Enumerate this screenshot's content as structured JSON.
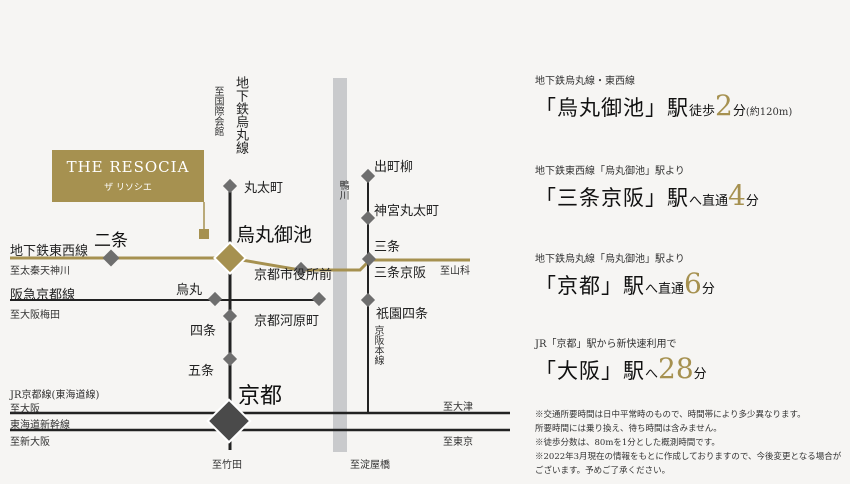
{
  "logo": {
    "name": "THE RESOCIA",
    "kana": "ザ リソシエ"
  },
  "directions": {
    "kokusai_kaikan": "至国際会館",
    "tenjingawa": "至太秦天神川",
    "osaka_umeda": "至大阪梅田",
    "osaka": "至大阪",
    "shin_osaka": "至新大阪",
    "takeda": "至竹田",
    "yodoyabashi": "至淀屋橋",
    "yamashina": "至山科",
    "otsu": "至大津",
    "tokyo": "至東京"
  },
  "lines": {
    "karasuma": "地下鉄烏丸線",
    "tozai": "地下鉄東西線",
    "hankyu": "阪急京都線",
    "jr_kyoto": "JR京都線(東海道線)",
    "shinkansen": "東海道新幹線",
    "keihan": "京阪本線",
    "kamogawa": "鴨川"
  },
  "stations": {
    "marutamachi": "丸太町",
    "karasuma_oike": "烏丸御池",
    "nijo": "二条",
    "shiyakusho": "京都市役所前",
    "karasuma": "烏丸",
    "kawaramachi": "京都河原町",
    "shijo": "四条",
    "gojo": "五条",
    "kyoto": "京都",
    "demachiyanagi": "出町柳",
    "jingu_marutamachi": "神宮丸太町",
    "sanjo": "三条",
    "sanjo_keihan": "三条京阪",
    "gion_shijo": "祇園四条"
  },
  "info": [
    {
      "head": "地下鉄烏丸線・東西線",
      "station": "「烏丸御池」駅",
      "mode": "徒歩",
      "num": "2",
      "unit": "分",
      "extra": "(約120m)"
    },
    {
      "head": "地下鉄東西線「烏丸御池」駅より",
      "station": "「三条京阪」駅",
      "mode": "へ直通",
      "num": "4",
      "unit": "分",
      "extra": ""
    },
    {
      "head": "地下鉄烏丸線「烏丸御池」駅より",
      "station": "「京都」駅",
      "mode": "へ直通",
      "num": "6",
      "unit": "分",
      "extra": ""
    },
    {
      "head": "JR「京都」駅から新快速利用で",
      "station": "「大阪」駅",
      "mode": "へ",
      "num": "28",
      "unit": "分",
      "extra": ""
    }
  ],
  "notes": [
    "※交通所要時間は日中平常時のもので、時間帯により多少異なります。",
    "所要時間には乗り換え、待ち時間は含みません。",
    "※徒歩分数は、80mを1分とした概測時間です。",
    "※2022年3月現在の情報をもとに作成しておりますので、今後変更となる場合がございます。予めご了承ください。"
  ],
  "colors": {
    "gold": "#a69150",
    "river": "#c9cacc",
    "line": "#222222",
    "station_diamond": "#6e6e6e",
    "kyoto_diamond": "#4a4a4a",
    "background": "#f6f5f3"
  }
}
